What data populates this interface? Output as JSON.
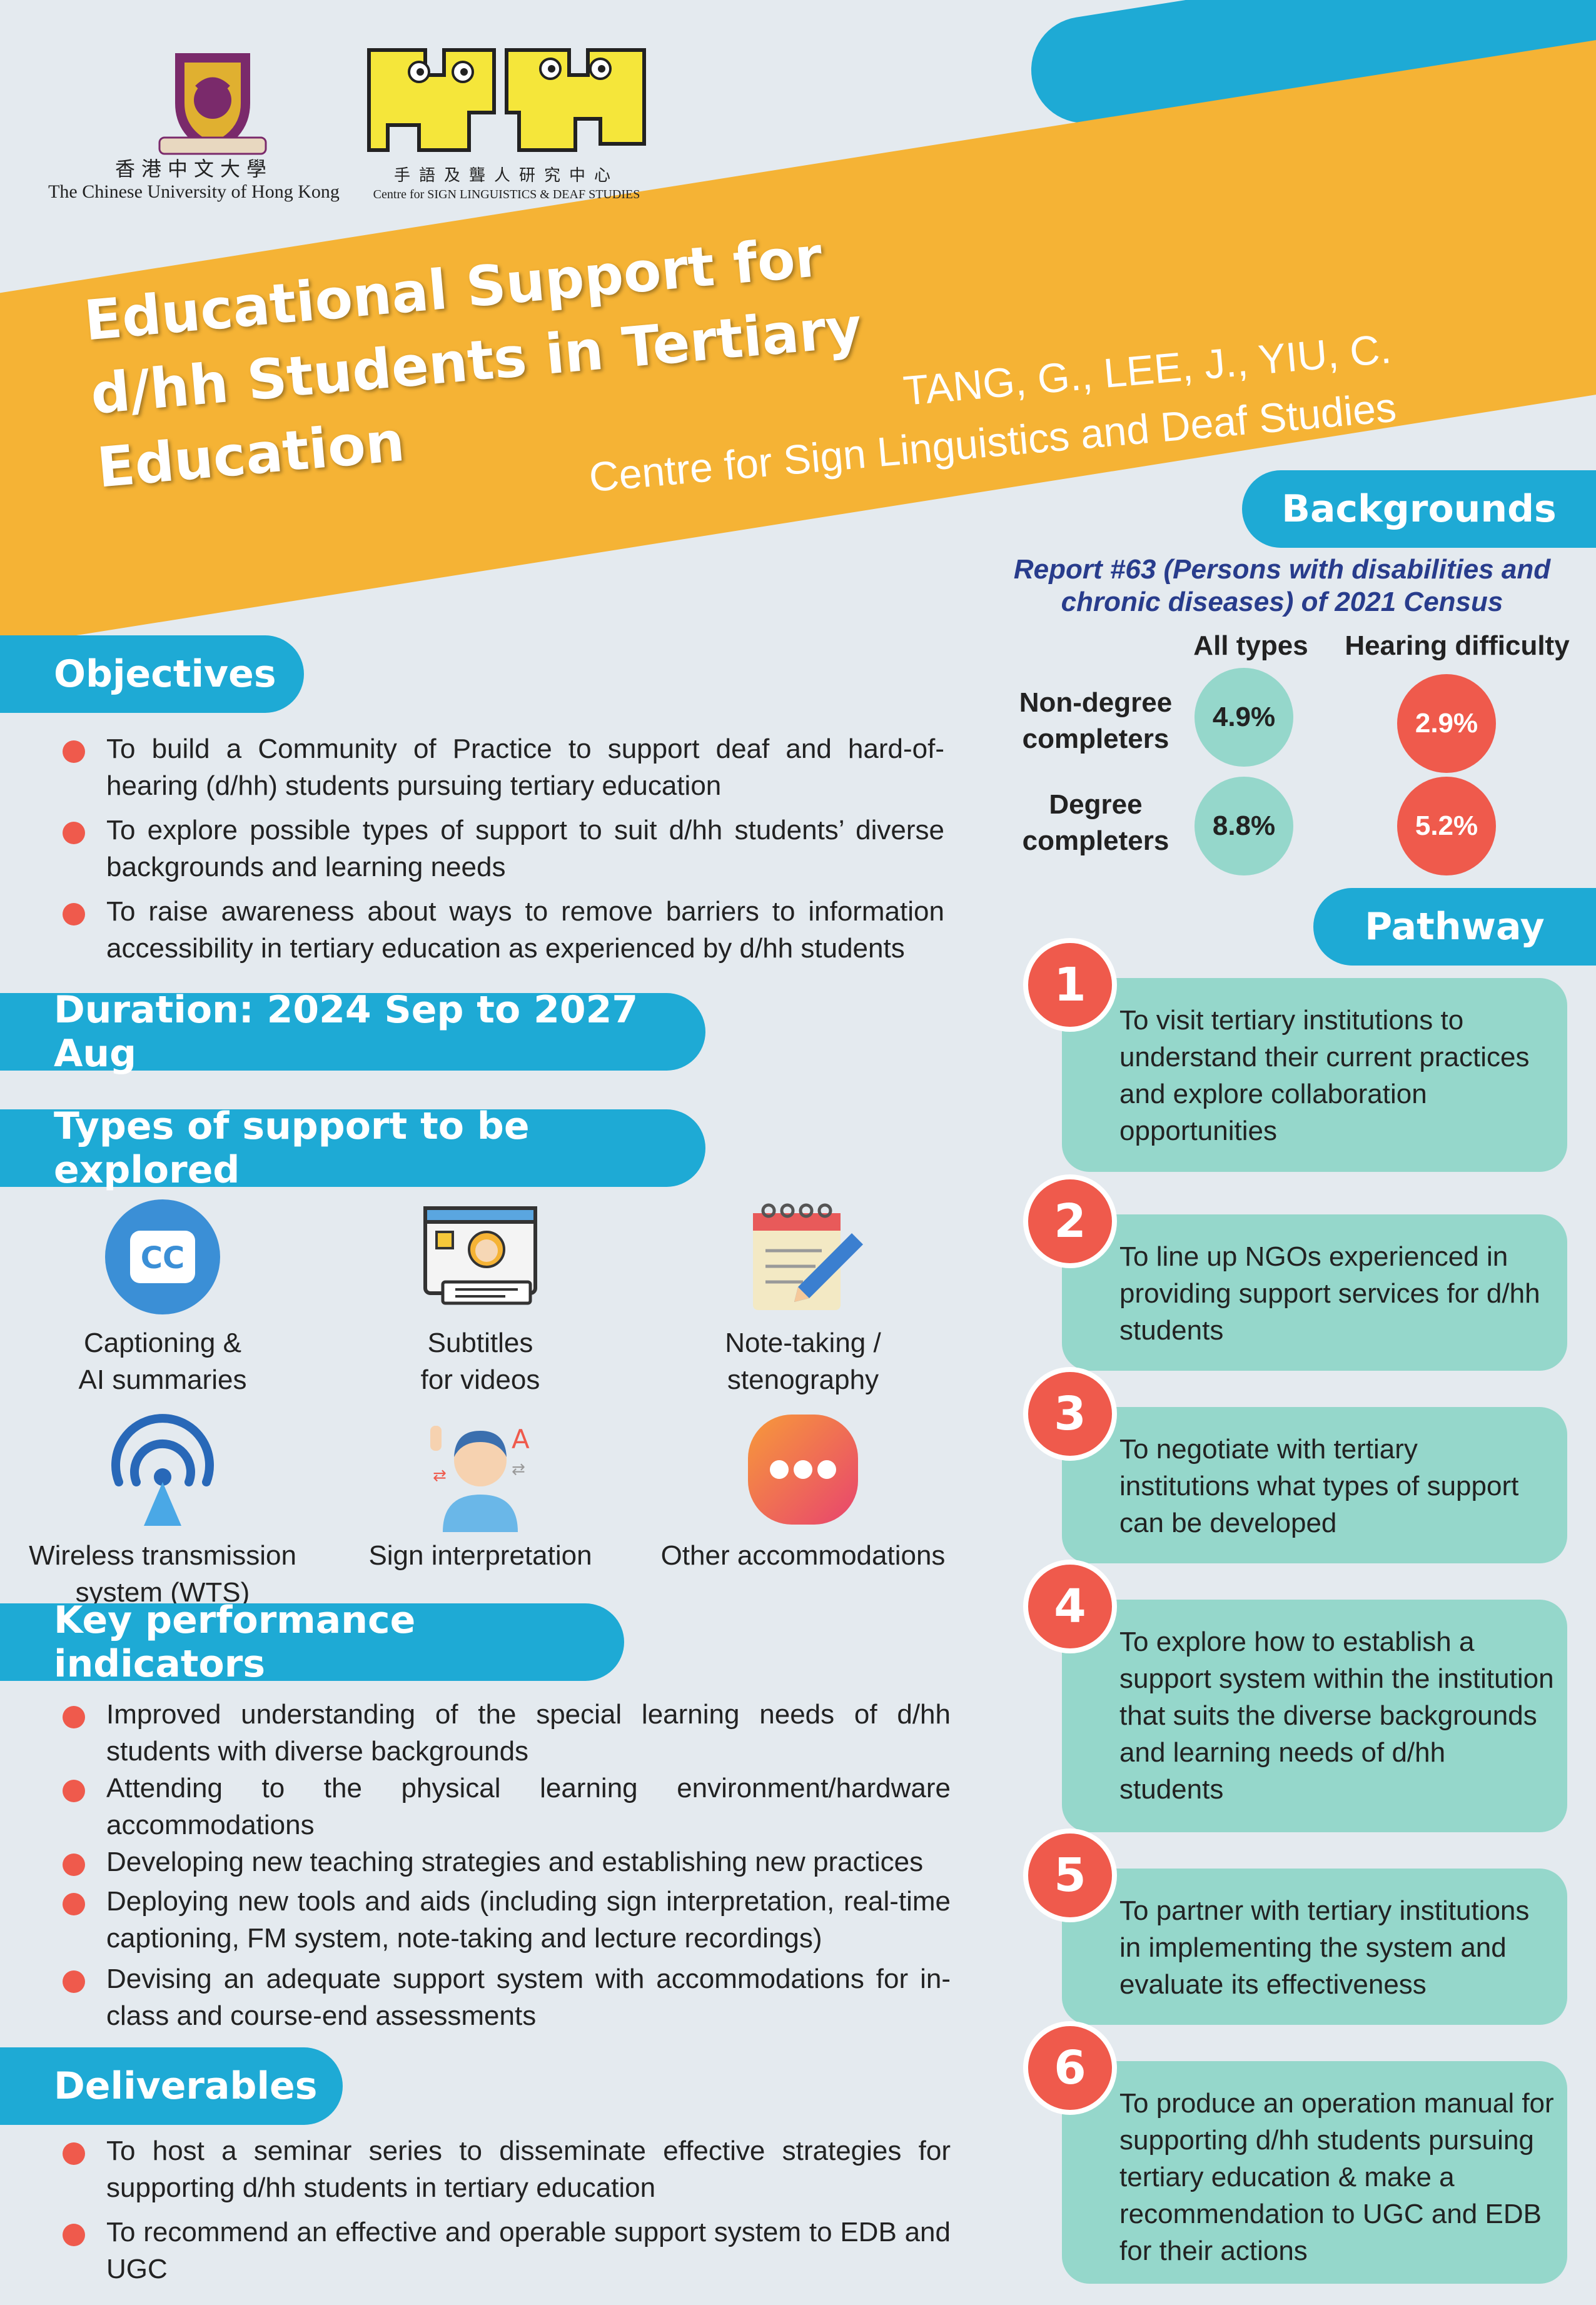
{
  "logos": {
    "cuhk_chinese": "香港中文大學",
    "cuhk_english": "The Chinese University of Hong Kong",
    "cslds_chinese": "手語及聾人研究中心",
    "cslds_english": "Centre for SIGN LINGUISTICS & DEAF STUDIES"
  },
  "title": {
    "line1": "Educational Support for",
    "line2": "d/hh Students in Tertiary Education"
  },
  "authors": {
    "names": "TANG, G., LEE, J., YIU, C.",
    "affiliation": "Centre for Sign Linguistics and Deaf Studies"
  },
  "objectives": {
    "heading": "Objectives",
    "items": [
      "To build a Community of Practice to support deaf and hard-of-hearing (d/hh) students pursuing tertiary education",
      "To explore possible types of support to suit d/hh students’ diverse backgrounds and learning needs",
      "To raise awareness about ways to remove barriers to information accessibility in tertiary education as experienced by d/hh students"
    ]
  },
  "duration": {
    "label": "Duration: 2024 Sep to 2027 Aug"
  },
  "support": {
    "heading": "Types of support to be explored",
    "items": [
      {
        "icon": "cc-icon",
        "line1": "Captioning &",
        "line2": "AI summaries"
      },
      {
        "icon": "video-subtitles-icon",
        "line1": "Subtitles",
        "line2": "for videos"
      },
      {
        "icon": "notepad-pencil-icon",
        "line1": "Note-taking /",
        "line2": "stenography"
      },
      {
        "icon": "wireless-transmission-icon",
        "line1": "Wireless transmission",
        "line2": "system (WTS)"
      },
      {
        "icon": "sign-interpreter-icon",
        "line1": "Sign interpretation",
        "line2": ""
      },
      {
        "icon": "more-dots-icon",
        "line1": "Other accommodations",
        "line2": ""
      }
    ]
  },
  "kpi": {
    "heading": "Key performance indicators",
    "items": [
      "Improved understanding of the special learning needs of d/hh students with diverse backgrounds",
      "Attending to the physical learning environment/hardware accommodations",
      "Developing new teaching strategies and establishing new practices",
      "Deploying new tools and aids (including sign interpretation, real-time captioning, FM system, note-taking and lecture recordings)",
      "Devising an adequate support system with accommodations for in-class and course-end assessments"
    ]
  },
  "deliverables": {
    "heading": "Deliverables",
    "items": [
      "To host a seminar series to disseminate effective strategies for supporting d/hh students in tertiary education",
      "To recommend an effective and operable support system to EDB and UGC"
    ]
  },
  "backgrounds": {
    "heading": "Backgrounds",
    "report_line1": "Report #63 (Persons with disabilities and",
    "report_line2": "chronic diseases) of 2021 Census",
    "col_all": "All types",
    "col_hearing": "Hearing difficulty",
    "rows": [
      {
        "line1": "Non-degree",
        "line2": "completers",
        "all": "4.9%",
        "hearing": "2.9%"
      },
      {
        "line1": "Degree",
        "line2": "completers",
        "all": "8.8%",
        "hearing": "5.2%"
      }
    ]
  },
  "pathway": {
    "heading": "Pathway",
    "steps": [
      {
        "num": "1",
        "text": "To visit tertiary institutions to understand their current practices and explore collaboration opportunities"
      },
      {
        "num": "2",
        "text": "To line up NGOs experienced in providing support services for d/hh students"
      },
      {
        "num": "3",
        "text": "To negotiate with tertiary institutions what types of support can be developed"
      },
      {
        "num": "4",
        "text": "To explore how to establish a support system within the institution that suits the diverse backgrounds and learning needs of d/hh students"
      },
      {
        "num": "5",
        "text": "To partner with tertiary institutions in implementing the system and evaluate its effectiveness"
      },
      {
        "num": "6",
        "text": "To produce an operation manual for supporting d/hh students pursuing tertiary education & make a recommendation to UGC and EDB for their actions"
      }
    ]
  },
  "colors": {
    "accent_blue": "#1eaad5",
    "accent_orange": "#f5b335",
    "teal": "#95d7cb",
    "red": "#ef5a4c",
    "report_navy": "#283c8c",
    "background": "#e4eaef"
  }
}
